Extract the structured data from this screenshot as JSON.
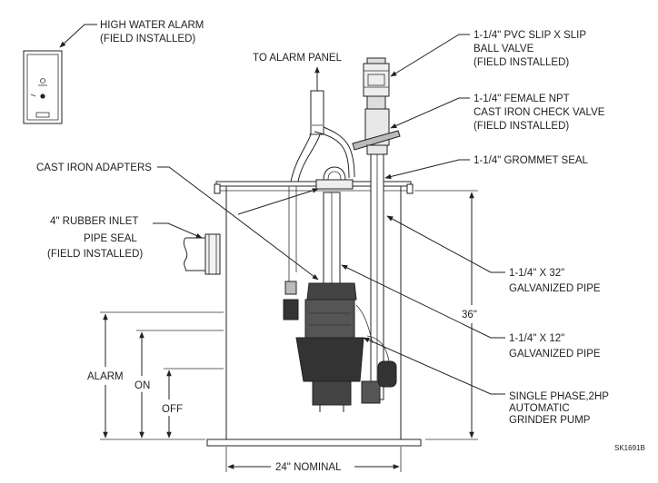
{
  "labels": {
    "high_water_alarm": [
      "HIGH WATER ALARM",
      "(FIELD INSTALLED)"
    ],
    "to_alarm_panel": "TO ALARM PANEL",
    "ball_valve": [
      "1-1/4\" PVC SLIP X SLIP",
      "BALL VALVE",
      "(FIELD INSTALLED)"
    ],
    "check_valve": [
      "1-1/4\" FEMALE NPT",
      "CAST IRON CHECK VALVE",
      "(FIELD INSTALLED)"
    ],
    "grommet_seal": "1-1/4\" GROMMET SEAL",
    "cast_iron_adapters": "CAST IRON ADAPTERS",
    "inlet_seal": [
      "4\" RUBBER INLET",
      "PIPE SEAL",
      "(FIELD INSTALLED)"
    ],
    "pipe_32": [
      "1-1/4\" X 32\"",
      "GALVANIZED PIPE"
    ],
    "depth_36": "36\"",
    "pipe_12": [
      "1-1/4\" X 12\"",
      "GALVANIZED PIPE"
    ],
    "alarm": "ALARM",
    "on": "ON",
    "off": "OFF",
    "pump": [
      "SINGLE PHASE,2HP",
      "AUTOMATIC",
      "GRINDER PUMP"
    ],
    "width_24": "24\" NOMINAL",
    "drawing_id": "SK1691B"
  }
}
